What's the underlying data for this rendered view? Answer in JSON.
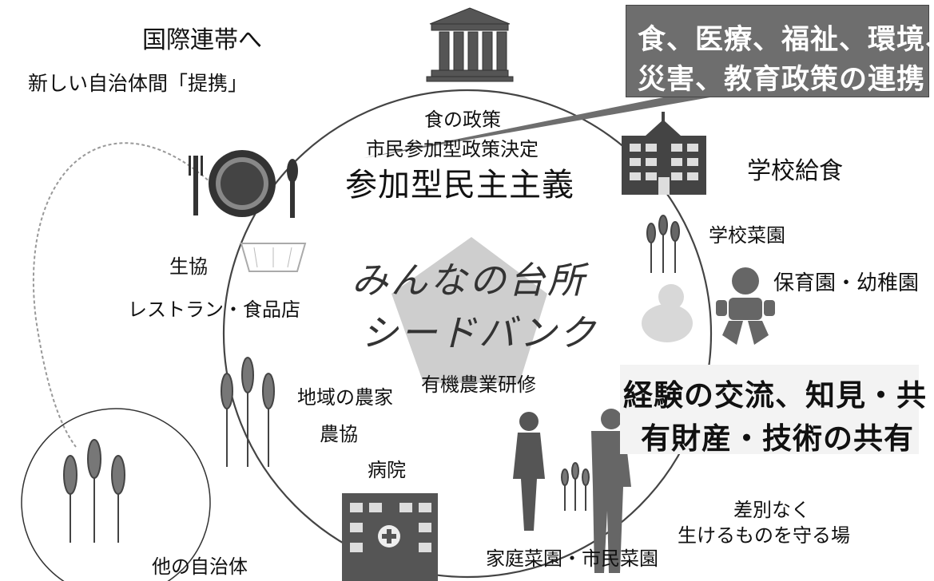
{
  "top_left": {
    "international": "国際連帯へ",
    "partnership": "新しい自治体間「提携」"
  },
  "callout": {
    "line1": "食、医療、福祉、環境、",
    "line2": "災害、教育政策の連携"
  },
  "center": {
    "food_policy": "食の政策",
    "citizen_policy": "市民参加型政策決定",
    "democracy": "参加型民主主義",
    "kitchen": "みんなの台所",
    "seedbank": "シードバンク"
  },
  "nodes": {
    "school_lunch": "学校給食",
    "school_garden": "学校菜園",
    "nursery": "保育園・幼稚園",
    "coop": "生協",
    "restaurant": "レストラン・食品店",
    "farmers": "地域の農家",
    "organic_training": "有機農業研修",
    "ja": "農協",
    "hospital": "病院",
    "home_garden": "家庭菜園・市民菜園",
    "safe_place_1": "差別なく",
    "safe_place_2": "生けるものを守る場",
    "other_municipality": "他の自治体"
  },
  "share_box": {
    "line1": "経験の交流、知見・共",
    "line2": "有財産・技術の共有"
  }
}
